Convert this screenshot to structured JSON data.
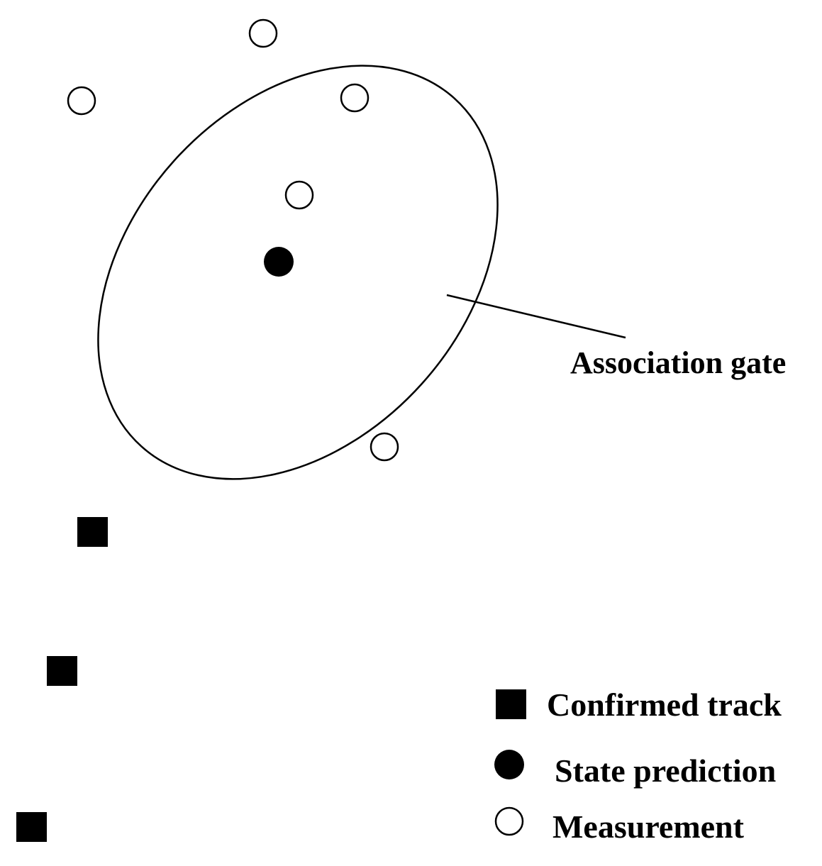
{
  "labels": {
    "gate": "Association gate"
  },
  "legend": {
    "confirmed_track": "Confirmed track",
    "state_prediction": "State prediction",
    "measurement": "Measurement"
  },
  "colors": {
    "ink": "#000000",
    "background": "#ffffff"
  }
}
